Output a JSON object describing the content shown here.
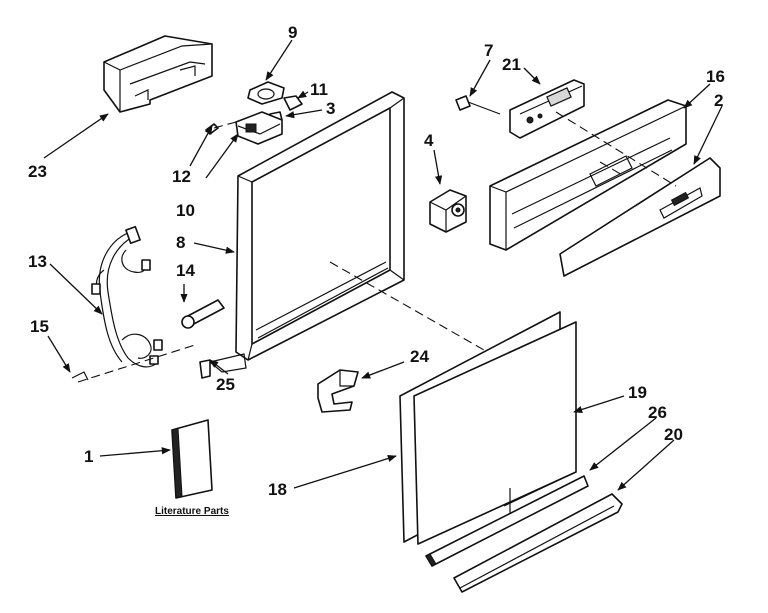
{
  "callouts": {
    "c1": "1",
    "c2": "2",
    "c3": "3",
    "c4": "4",
    "c7": "7",
    "c8": "8",
    "c9": "9",
    "c10": "10",
    "c11": "11",
    "c12": "12",
    "c13": "13",
    "c14": "14",
    "c15": "15",
    "c16": "16",
    "c18": "18",
    "c19": "19",
    "c20": "20",
    "c21": "21",
    "c23": "23",
    "c24": "24",
    "c25": "25",
    "c26": "26"
  },
  "literature_caption": "Literature Parts"
}
